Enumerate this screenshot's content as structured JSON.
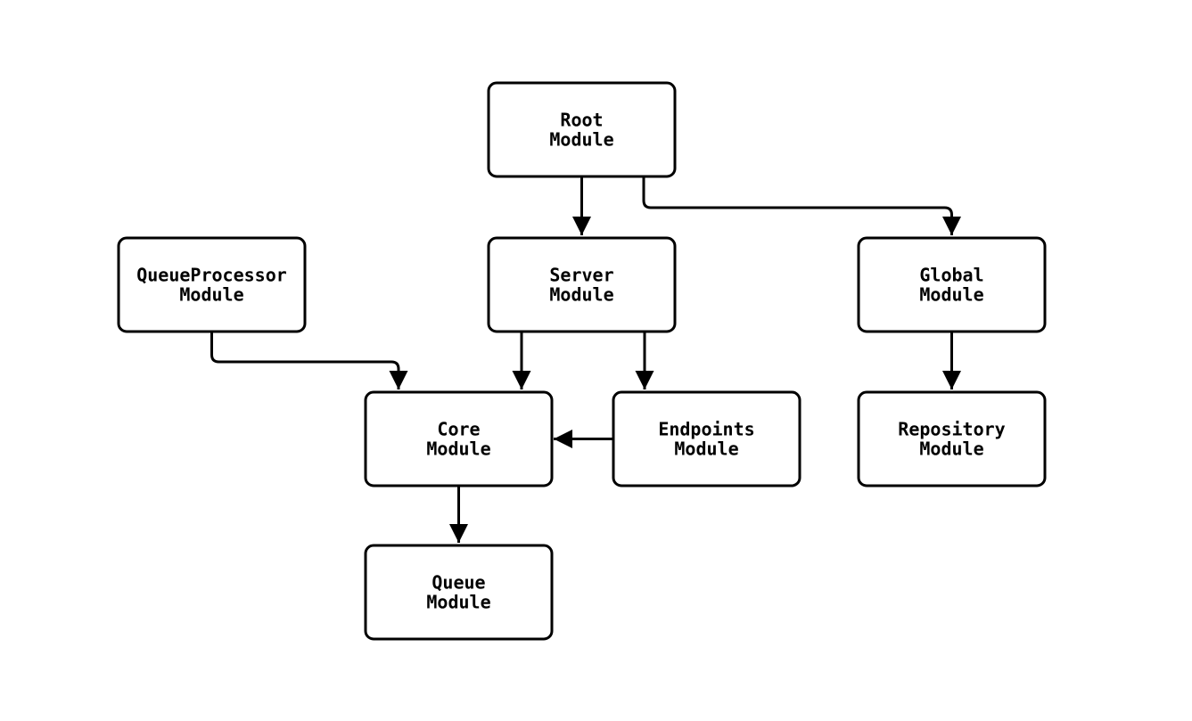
{
  "diagram": {
    "background": "#ffffff",
    "stroke_color": "#000000",
    "node_fill": "#ffffff",
    "nodes": [
      {
        "id": "root-module",
        "line1": "Root",
        "line2": "Module"
      },
      {
        "id": "queueprocessor-module",
        "line1": "QueueProcessor",
        "line2": "Module"
      },
      {
        "id": "server-module",
        "line1": "Server",
        "line2": "Module"
      },
      {
        "id": "global-module",
        "line1": "Global",
        "line2": "Module"
      },
      {
        "id": "core-module",
        "line1": "Core",
        "line2": "Module"
      },
      {
        "id": "endpoints-module",
        "line1": "Endpoints",
        "line2": "Module"
      },
      {
        "id": "repository-module",
        "line1": "Repository",
        "line2": "Module"
      },
      {
        "id": "queue-module",
        "line1": "Queue",
        "line2": "Module"
      }
    ],
    "edges": [
      {
        "from": "Root Module",
        "to": "Server Module"
      },
      {
        "from": "Root Module",
        "to": "Global Module"
      },
      {
        "from": "QueueProcessor Module",
        "to": "Core Module"
      },
      {
        "from": "Server Module",
        "to": "Core Module"
      },
      {
        "from": "Server Module",
        "to": "Endpoints Module"
      },
      {
        "from": "Endpoints Module",
        "to": "Core Module"
      },
      {
        "from": "Global Module",
        "to": "Repository Module"
      },
      {
        "from": "Core Module",
        "to": "Queue Module"
      }
    ]
  }
}
